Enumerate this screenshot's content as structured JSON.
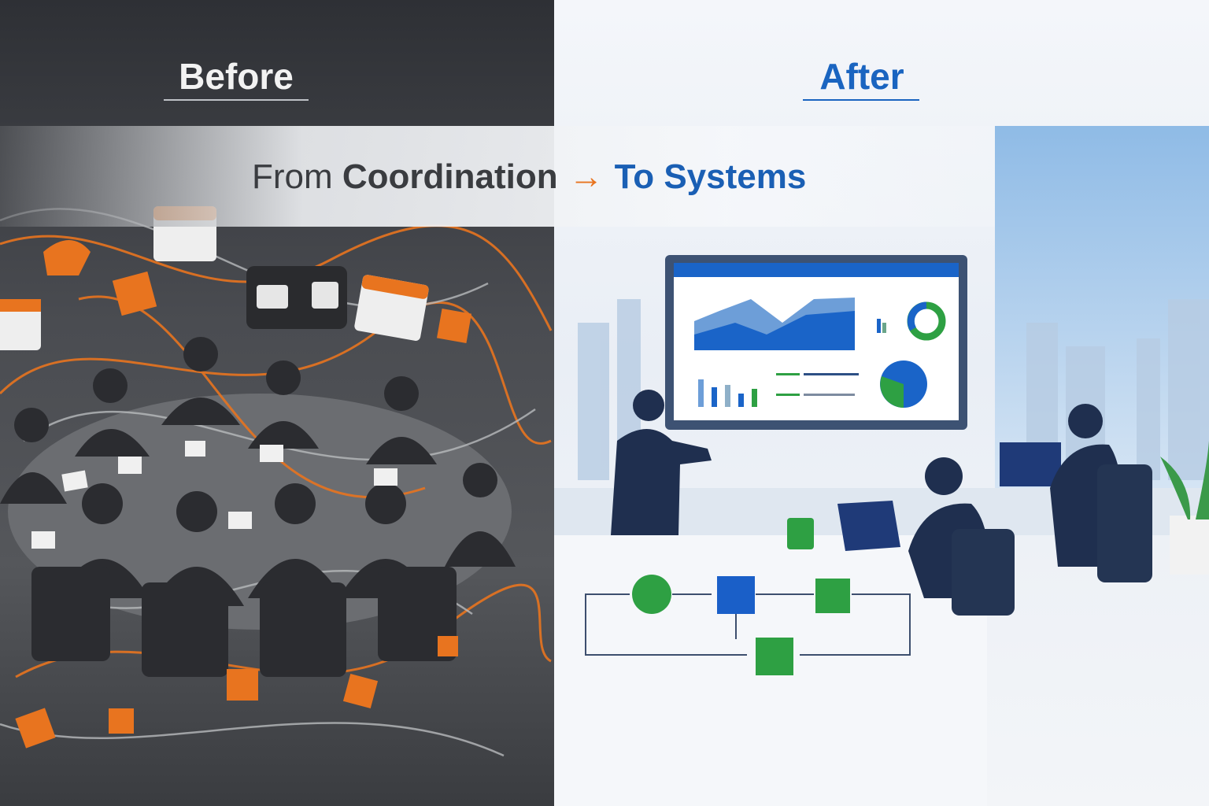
{
  "before": {
    "heading": "Before"
  },
  "after": {
    "heading": "After"
  },
  "tagline": {
    "from": "From",
    "coordination": "Coordination",
    "arrow": "→",
    "to_systems": "To Systems"
  },
  "colors": {
    "before_accent": "#e8741f",
    "after_accent": "#1a64c0",
    "flow_green": "#2ea043",
    "flow_blue": "#1a5fc8"
  }
}
